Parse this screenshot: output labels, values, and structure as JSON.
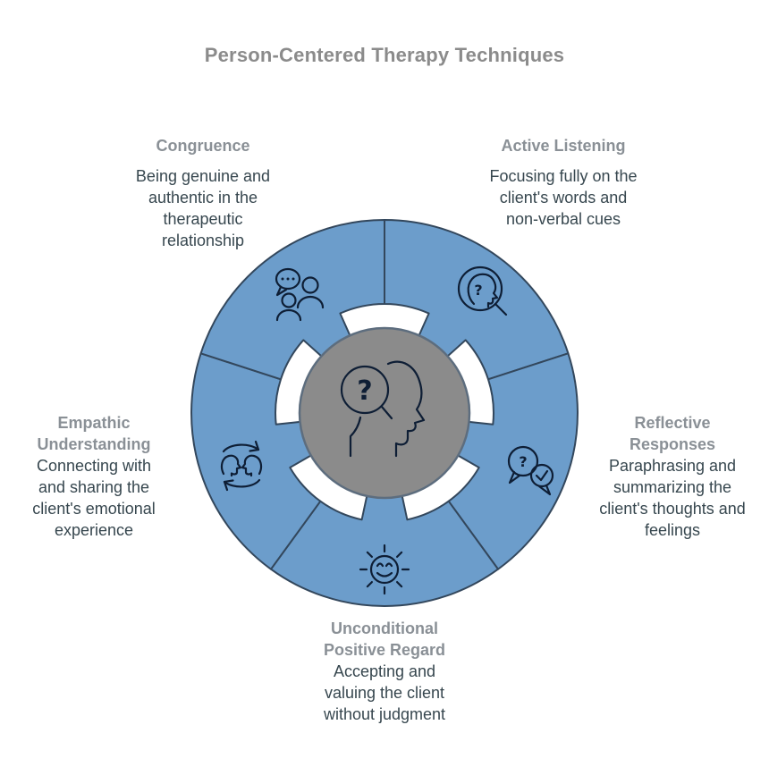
{
  "title": "Person-Centered Therapy Techniques",
  "center": {
    "icon": "head-question-magnifier-icon"
  },
  "glyphs": {
    "question_mark": "?",
    "check_mark": "✓"
  },
  "segments": [
    {
      "label": "Congruence",
      "description": "Being genuine and authentic in the therapeutic relationship",
      "icon": "people-chat-icon",
      "position": "top-left"
    },
    {
      "label": "Active Listening",
      "description": "Focusing fully on the client's words and non-verbal cues",
      "icon": "head-magnifier-icon",
      "position": "top-right"
    },
    {
      "label": "Reflective Responses",
      "description": "Paraphrasing and summarizing the client's thoughts and feelings",
      "icon": "question-check-bubbles-icon",
      "position": "right"
    },
    {
      "label": "Unconditional Positive Regard",
      "description": "Accepting and valuing the client without judgment",
      "icon": "smiling-sun-icon",
      "position": "bottom"
    },
    {
      "label": "Empathic Understanding",
      "description": "Connecting with and sharing the client's emotional experience",
      "icon": "heads-exchange-arrows-icon",
      "position": "left"
    }
  ],
  "colors": {
    "ring_fill": "#6c9dcb",
    "ring_outline": "#33475c",
    "center_fill": "#8b8b8b",
    "center_outline": "#5d6d7e",
    "icon_stroke": "#0e1e35",
    "title_text": "#8b8b8b",
    "heading_text": "#8a9096",
    "body_text": "#37474f"
  }
}
